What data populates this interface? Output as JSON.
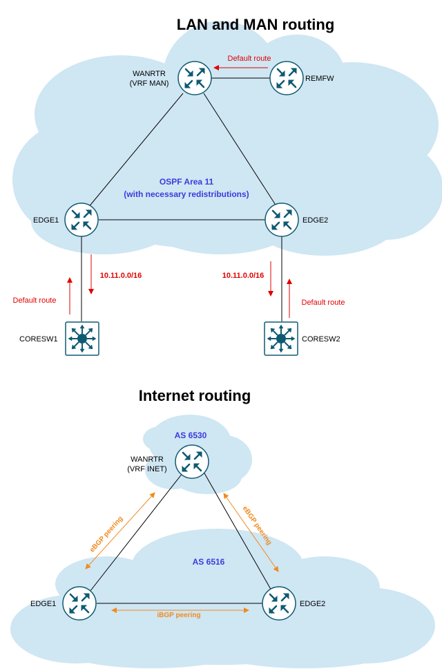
{
  "lan": {
    "title": "LAN and MAN routing",
    "area_label_1": "OSPF Area 11",
    "area_label_2": "(with necessary redistributions)",
    "wanrtr_1": "WANRTR",
    "wanrtr_2": "(VRF MAN)",
    "remfw": "REMFW",
    "edge1": "EDGE1",
    "edge2": "EDGE2",
    "coresw1": "CORESW1",
    "coresw2": "CORESW2",
    "default_route_top": "Default route",
    "default_route_left": "Default route",
    "default_route_right": "Default route",
    "subnet_left": "10.11.0.0/16",
    "subnet_right": "10.11.0.0/16"
  },
  "inet": {
    "title": "Internet routing",
    "as_top": "AS 6530",
    "as_bottom": "AS 6516",
    "wanrtr_1": "WANRTR",
    "wanrtr_2": "(VRF INET)",
    "edge1": "EDGE1",
    "edge2": "EDGE2",
    "ebgp_left": "eBGP peering",
    "ebgp_right": "eBGP peering",
    "ibgp": "iBGP peering"
  },
  "colors": {
    "cloud": "#cfe6f3",
    "device": "#0e5a72",
    "red": "#e10000",
    "orange": "#f08a1c",
    "blue": "#3b3bdb"
  }
}
